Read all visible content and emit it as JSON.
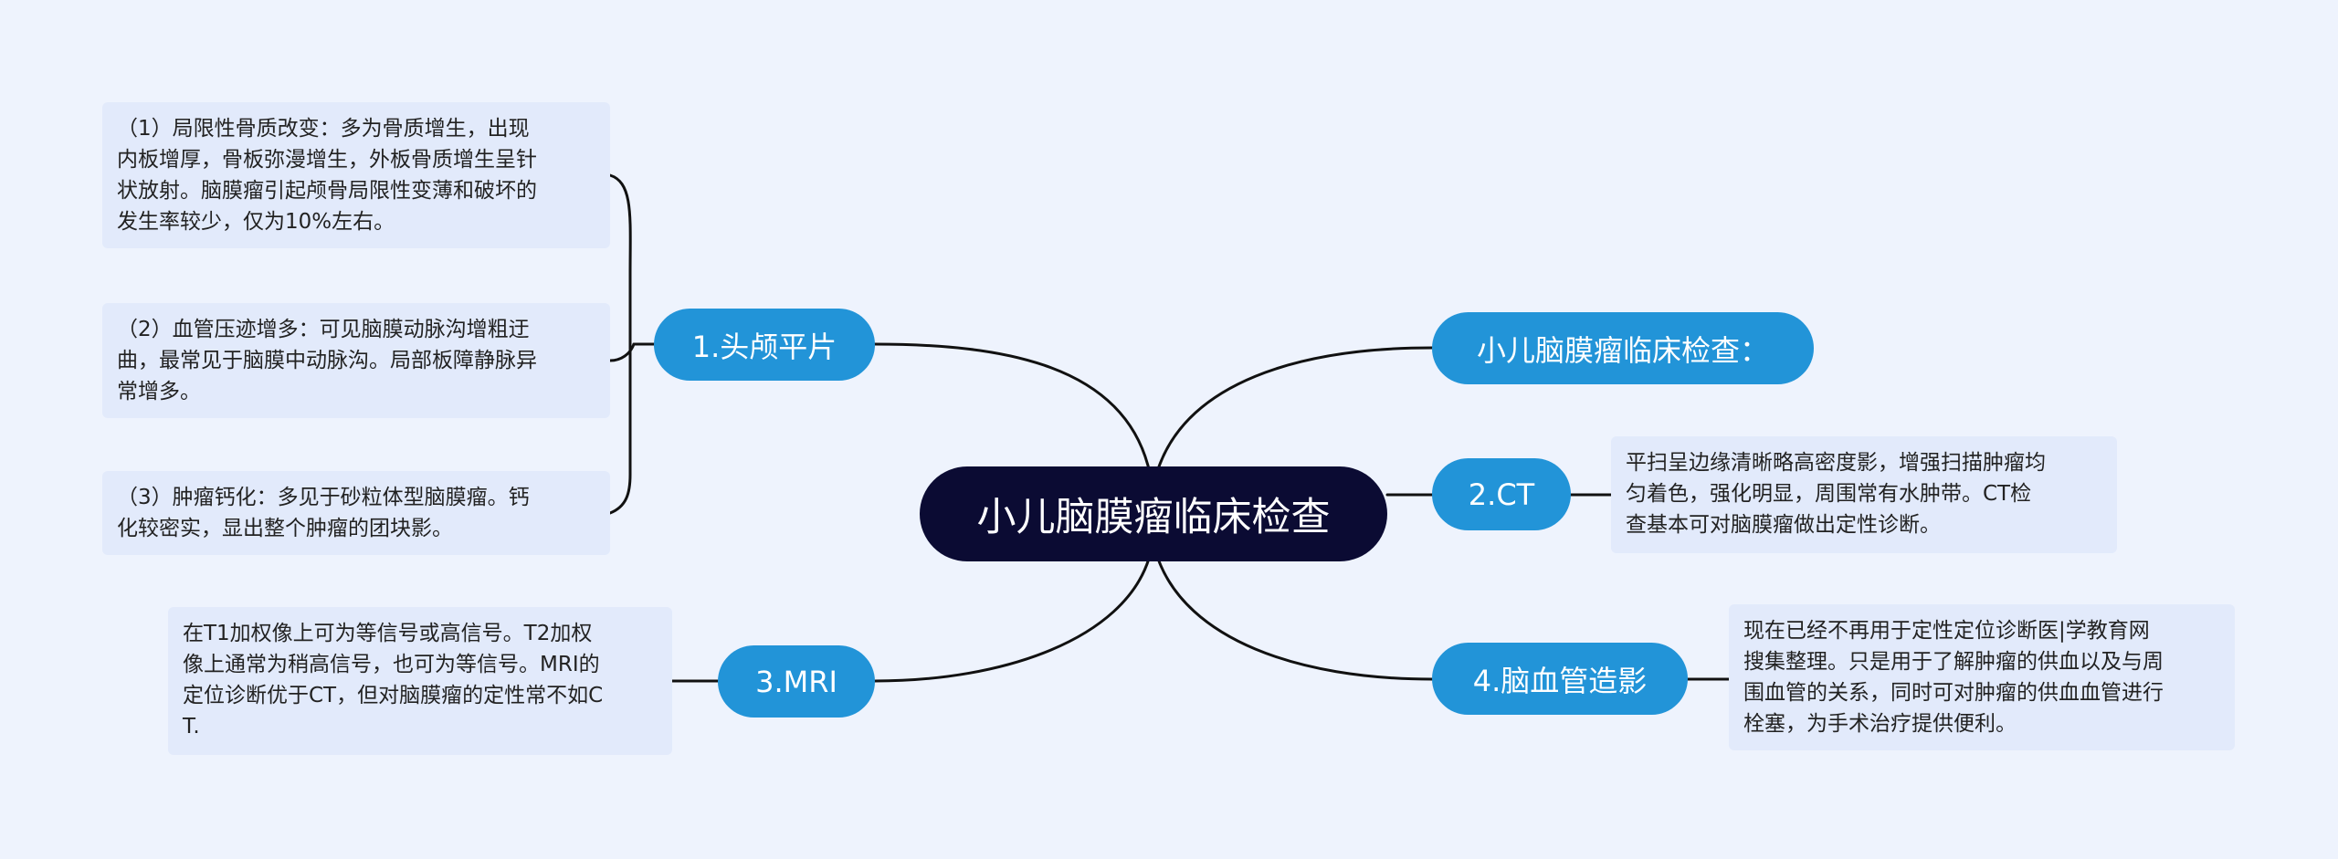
{
  "central_topic": "小儿脑膜瘤临床检查",
  "branches": {
    "skull_xray": {
      "label": "1.头颅平片",
      "details": [
        "（1）局限性骨质改变：多为骨质增生，出现\n内板增厚，骨板弥漫增生，外板骨质增生呈针\n状放射。脑膜瘤引起颅骨局限性变薄和破坏的\n发生率较少，仅为10%左右。",
        "（2）血管压迹增多：可见脑膜动脉沟增粗迂\n曲，最常见于脑膜中动脉沟。局部板障静脉异\n常增多。",
        "（3）肿瘤钙化：多见于砂粒体型脑膜瘤。钙\n化较密实，显出整个肿瘤的团块影。"
      ]
    },
    "title_branch": {
      "label": "小儿脑膜瘤临床检查："
    },
    "ct": {
      "label": "2.CT",
      "detail": "平扫呈边缘清晰略高密度影，增强扫描肿瘤均\n匀着色，强化明显，周围常有水肿带。CT检\n查基本可对脑膜瘤做出定性诊断。"
    },
    "mri": {
      "label": "3.MRI",
      "detail": "在T1加权像上可为等信号或高信号。T2加权\n像上通常为稍高信号，也可为等信号。MRI的\n定位诊断优于CT，但对脑膜瘤的定性常不如C\nT."
    },
    "angiography": {
      "label": "4.脑血管造影",
      "detail": "现在已经不再用于定性定位诊断医|学教育网\n搜集整理。只是用于了解肿瘤的供血以及与周\n围血管的关系，同时可对肿瘤的供血血管进行\n栓塞，为手术治疗提供便利。"
    }
  },
  "colors": {
    "background": "#eef3fd",
    "root_fill": "#0b0b33",
    "branch_fill": "#2294d8",
    "leaf_fill": "#e2eafb",
    "connector": "#111111"
  }
}
